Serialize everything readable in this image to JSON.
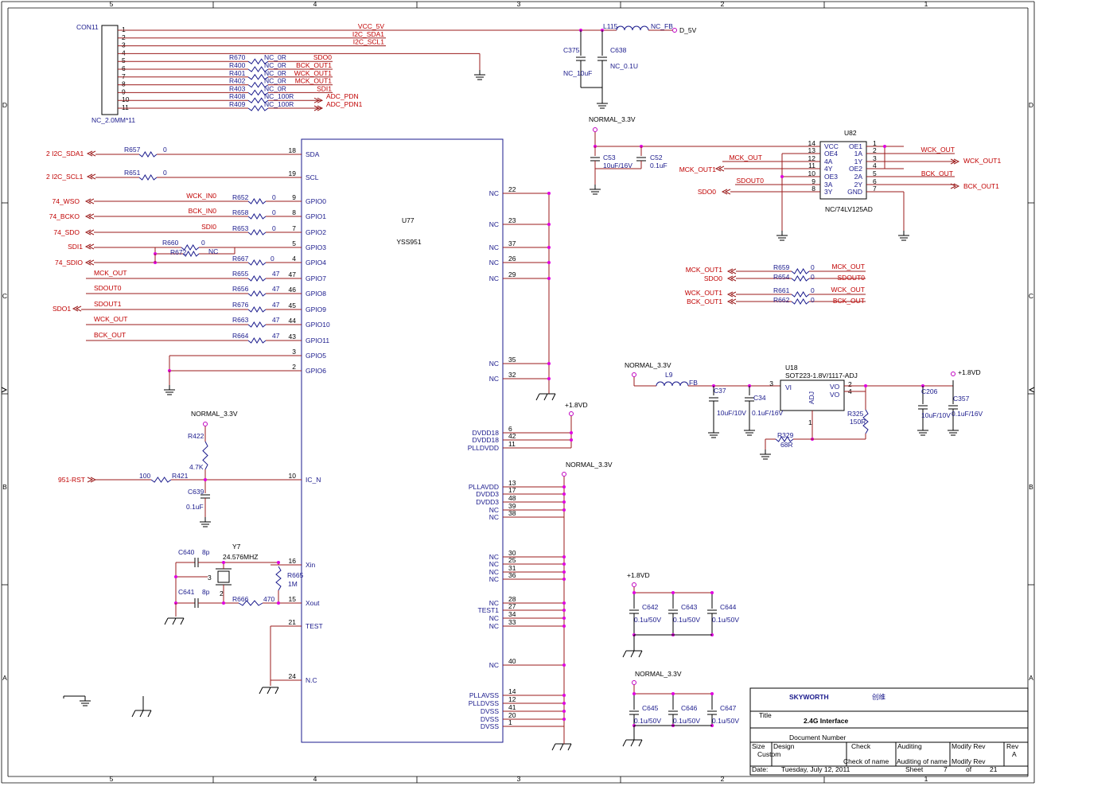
{
  "border": {
    "cols": [
      "5",
      "4",
      "3",
      "2",
      "1"
    ],
    "rows": [
      "D",
      "C",
      "B",
      "A"
    ]
  },
  "connector": {
    "ref": "CON11",
    "value": "NC_2.0MM*11",
    "pins": [
      "1",
      "2",
      "3",
      "4",
      "5",
      "6",
      "7",
      "8",
      "9",
      "10",
      "11"
    ],
    "nets": [
      {
        "net": "VCC_5V",
        "res": "",
        "val": ""
      },
      {
        "net": "I2C_SDA1",
        "res": "",
        "val": ""
      },
      {
        "net": "I2C_SCL1",
        "res": "",
        "val": ""
      },
      {
        "net": "",
        "res": "",
        "val": ""
      },
      {
        "net": "SDO0",
        "res": "R670",
        "val": "NC_0R"
      },
      {
        "net": "BCK_OUT1",
        "res": "R400",
        "val": "NC_0R"
      },
      {
        "net": "WCK_OUT1",
        "res": "R401",
        "val": "NC_0R"
      },
      {
        "net": "MCK_OUT1",
        "res": "R402",
        "val": "NC_0R"
      },
      {
        "net": "SDI1",
        "res": "R403",
        "val": "NC_0R"
      },
      {
        "net": "ADC_PDN",
        "res": "R408",
        "val": "NC_100R"
      },
      {
        "net": "ADC_PDN1",
        "res": "R409",
        "val": "NC_100R"
      }
    ]
  },
  "power_filter": {
    "inductor": "L115",
    "inductor_val": "NC_FB",
    "out": "D_5V",
    "c1": "C375",
    "c1_val": "NC_10uF",
    "c2": "C638",
    "c2_val": "NC_0.1U"
  },
  "main_ic": {
    "ref": "U77",
    "name": "YSS951",
    "left_pins": [
      {
        "name": "SDA",
        "num": "18"
      },
      {
        "name": "SCL",
        "num": "19"
      },
      {
        "name": "GPIO0",
        "num": "9"
      },
      {
        "name": "GPIO1",
        "num": "8"
      },
      {
        "name": "GPIO2",
        "num": "7"
      },
      {
        "name": "GPIO3",
        "num": "5"
      },
      {
        "name": "GPIO4",
        "num": "4"
      },
      {
        "name": "GPIO7",
        "num": "47"
      },
      {
        "name": "GPIO8",
        "num": "46"
      },
      {
        "name": "GPIO9",
        "num": "45"
      },
      {
        "name": "GPIO10",
        "num": "44"
      },
      {
        "name": "GPIO11",
        "num": "43"
      },
      {
        "name": "GPIO5",
        "num": "3"
      },
      {
        "name": "GPIO6",
        "num": "2"
      },
      {
        "name": "IC_N",
        "num": "10"
      },
      {
        "name": "Xin",
        "num": "16"
      },
      {
        "name": "Xout",
        "num": "15"
      },
      {
        "name": "TEST",
        "num": "21"
      },
      {
        "name": "N.C",
        "num": "24"
      }
    ],
    "right_pins": [
      {
        "name": "NC",
        "num": "22"
      },
      {
        "name": "NC",
        "num": "23"
      },
      {
        "name": "NC",
        "num": "37"
      },
      {
        "name": "NC",
        "num": "26"
      },
      {
        "name": "NC",
        "num": "29"
      },
      {
        "name": "NC",
        "num": "35"
      },
      {
        "name": "NC",
        "num": "32"
      },
      {
        "name": "DVDD18",
        "num": "6"
      },
      {
        "name": "DVDD18",
        "num": "42"
      },
      {
        "name": "PLLDVDD",
        "num": "11"
      },
      {
        "name": "PLLAVDD",
        "num": "13"
      },
      {
        "name": "DVDD3",
        "num": "17"
      },
      {
        "name": "DVDD3",
        "num": "48"
      },
      {
        "name": "NC",
        "num": "39"
      },
      {
        "name": "NC",
        "num": "38"
      },
      {
        "name": "NC",
        "num": "30"
      },
      {
        "name": "NC",
        "num": "25"
      },
      {
        "name": "NC",
        "num": "31"
      },
      {
        "name": "NC",
        "num": "36"
      },
      {
        "name": "NC",
        "num": "28"
      },
      {
        "name": "TEST1",
        "num": "27"
      },
      {
        "name": "NC",
        "num": "34"
      },
      {
        "name": "NC",
        "num": "33"
      },
      {
        "name": "NC",
        "num": "40"
      },
      {
        "name": "PLLAVSS",
        "num": "14"
      },
      {
        "name": "PLLDVSS",
        "num": "12"
      },
      {
        "name": "DVSS",
        "num": "41"
      },
      {
        "name": "DVSS",
        "num": "20"
      },
      {
        "name": "DVSS",
        "num": "1"
      }
    ]
  },
  "left_nets": [
    {
      "port": "2  I2C_SDA1",
      "res": "R657",
      "val": "0",
      "lab": ""
    },
    {
      "port": "2  I2C_SCL1",
      "res": "R651",
      "val": "0",
      "lab": ""
    },
    {
      "port": "74_WSO",
      "res": "R652",
      "val": "0",
      "lab": "WCK_IN0"
    },
    {
      "port": "74_BCKO",
      "res": "R658",
      "val": "0",
      "lab": "BCK_IN0"
    },
    {
      "port": "74_SDO",
      "res": "R653",
      "val": "0",
      "lab": "SDI0"
    },
    {
      "port": "SDI1",
      "res": "R660",
      "val": "0",
      "lab": ""
    },
    {
      "port": "74_SDIO",
      "res": "R667",
      "val": "0",
      "lab": ""
    },
    {
      "port": "",
      "res": "R655",
      "val": "47",
      "lab": "MCK_OUT"
    },
    {
      "port": "",
      "res": "R656",
      "val": "47",
      "lab": "SDOUT0"
    },
    {
      "port": "SDO1",
      "res": "R676",
      "val": "47",
      "lab": "SDOUT1"
    },
    {
      "port": "",
      "res": "R663",
      "val": "47",
      "lab": "WCK_OUT"
    },
    {
      "port": "",
      "res": "R664",
      "val": "47",
      "lab": "BCK_OUT"
    }
  ],
  "r672": {
    "ref": "R672",
    "val": "NC"
  },
  "reset": {
    "supply": "NORMAL_3.3V",
    "r_pull": "R422",
    "r_pull_val": "4.7K",
    "port": "951-RST",
    "r_ser": "R421",
    "r_ser_val": "100",
    "cap": "C639",
    "cap_val": "0.1uF"
  },
  "crystal": {
    "ref": "Y7",
    "val": "24.576MHZ",
    "c1": "C640",
    "c1_val": "8p",
    "c2": "C641",
    "c2_val": "8p",
    "rf": "R665",
    "rf_val": "1M",
    "rs": "R666",
    "rs_val": "470",
    "pin3": "3",
    "pin2": "2"
  },
  "supplies": {
    "v18": "+1.8VD",
    "v33": "NORMAL_3.3V"
  },
  "buffer": {
    "ref": "U82",
    "part": "NC/74LV125AD",
    "supply": "NORMAL_3.3V",
    "c1": "C53",
    "c1_val": "10uF/16V",
    "c2": "C52",
    "c2_val": "0.1uF",
    "left": [
      {
        "name": "VCC",
        "num": "14",
        "net": ""
      },
      {
        "name": "OE4",
        "num": "13",
        "net": ""
      },
      {
        "name": "4A",
        "num": "12",
        "net": "MCK_OUT"
      },
      {
        "name": "4Y",
        "num": "11",
        "net": "MCK_OUT1"
      },
      {
        "name": "OE3",
        "num": "10",
        "net": ""
      },
      {
        "name": "3A",
        "num": "9",
        "net": "SDOUT0"
      },
      {
        "name": "3Y",
        "num": "8",
        "net": "SDO0"
      }
    ],
    "right": [
      {
        "name": "OE1",
        "num": "1",
        "net": ""
      },
      {
        "name": "1A",
        "num": "2",
        "net": "WCK_OUT"
      },
      {
        "name": "1Y",
        "num": "3",
        "net": "WCK_OUT1"
      },
      {
        "name": "OE2",
        "num": "4",
        "net": ""
      },
      {
        "name": "2A",
        "num": "5",
        "net": "BCK_OUT"
      },
      {
        "name": "2Y",
        "num": "6",
        "net": "BCK_OUT1"
      },
      {
        "name": "GND",
        "num": "7",
        "net": ""
      }
    ]
  },
  "bypass": [
    {
      "port": "MCK_OUT1",
      "res": "R659",
      "val": "0",
      "net": "MCK_OUT"
    },
    {
      "port": "SDO0",
      "res": "R654",
      "val": "0",
      "net": "SDOUT0"
    },
    {
      "port": "WCK_OUT1",
      "res": "R661",
      "val": "0",
      "net": "WCK_OUT"
    },
    {
      "port": "BCK_OUT1",
      "res": "R662",
      "val": "0",
      "net": "BCK_OUT"
    }
  ],
  "regulator": {
    "supply": "NORMAL_3.3V",
    "ind": "L9",
    "ind_val": "FB",
    "ref": "U18",
    "part": "SOT223-1.8V/1117-ADJ",
    "vi": "VI",
    "vo": "VO",
    "adj": "ADJ",
    "pins": [
      "3",
      "2",
      "4",
      "1"
    ],
    "c37": "C37",
    "c37_val": "10uF/10V",
    "c34": "C34",
    "c34_val": "0.1uF/16V",
    "r329": "R329",
    "r329_val": "68R",
    "r325": "R325",
    "r325_val": "150R",
    "c206": "C206",
    "c206_val": "10uF/10V",
    "c357": "C357",
    "c357_val": "0.1uF/16V",
    "out": "+1.8VD"
  },
  "decoupling": [
    {
      "supply": "+1.8VD",
      "caps": [
        {
          "ref": "C642",
          "val": "0.1u/50V"
        },
        {
          "ref": "C643",
          "val": "0.1u/50V"
        },
        {
          "ref": "C644",
          "val": "0.1u/50V"
        }
      ]
    },
    {
      "supply": "NORMAL_3.3V",
      "caps": [
        {
          "ref": "C645",
          "val": "0.1u/50V"
        },
        {
          "ref": "C646",
          "val": "0.1u/50V"
        },
        {
          "ref": "C647",
          "val": "0.1u/50V"
        }
      ]
    }
  ],
  "titleblock": {
    "brand": "SKYWORTH",
    "brand_cn": "创维",
    "title_label": "Title",
    "title": "2.4G Interface",
    "docnum": "Document Number",
    "size_label": "Size",
    "size": "Custom",
    "design": "Design",
    "check": "Check",
    "auditing": "Auditing",
    "modify": "Modify Rev",
    "rev_label": "Rev",
    "rev": "A",
    "check_name": "Check  of  name",
    "audit_name": "Auditing of name",
    "modify2": "Modify Rev",
    "date_label": "Date:",
    "date": "Tuesday, July 12, 2011",
    "sheet_label": "Sheet",
    "sheet": "7",
    "of": "of",
    "total": "21"
  }
}
